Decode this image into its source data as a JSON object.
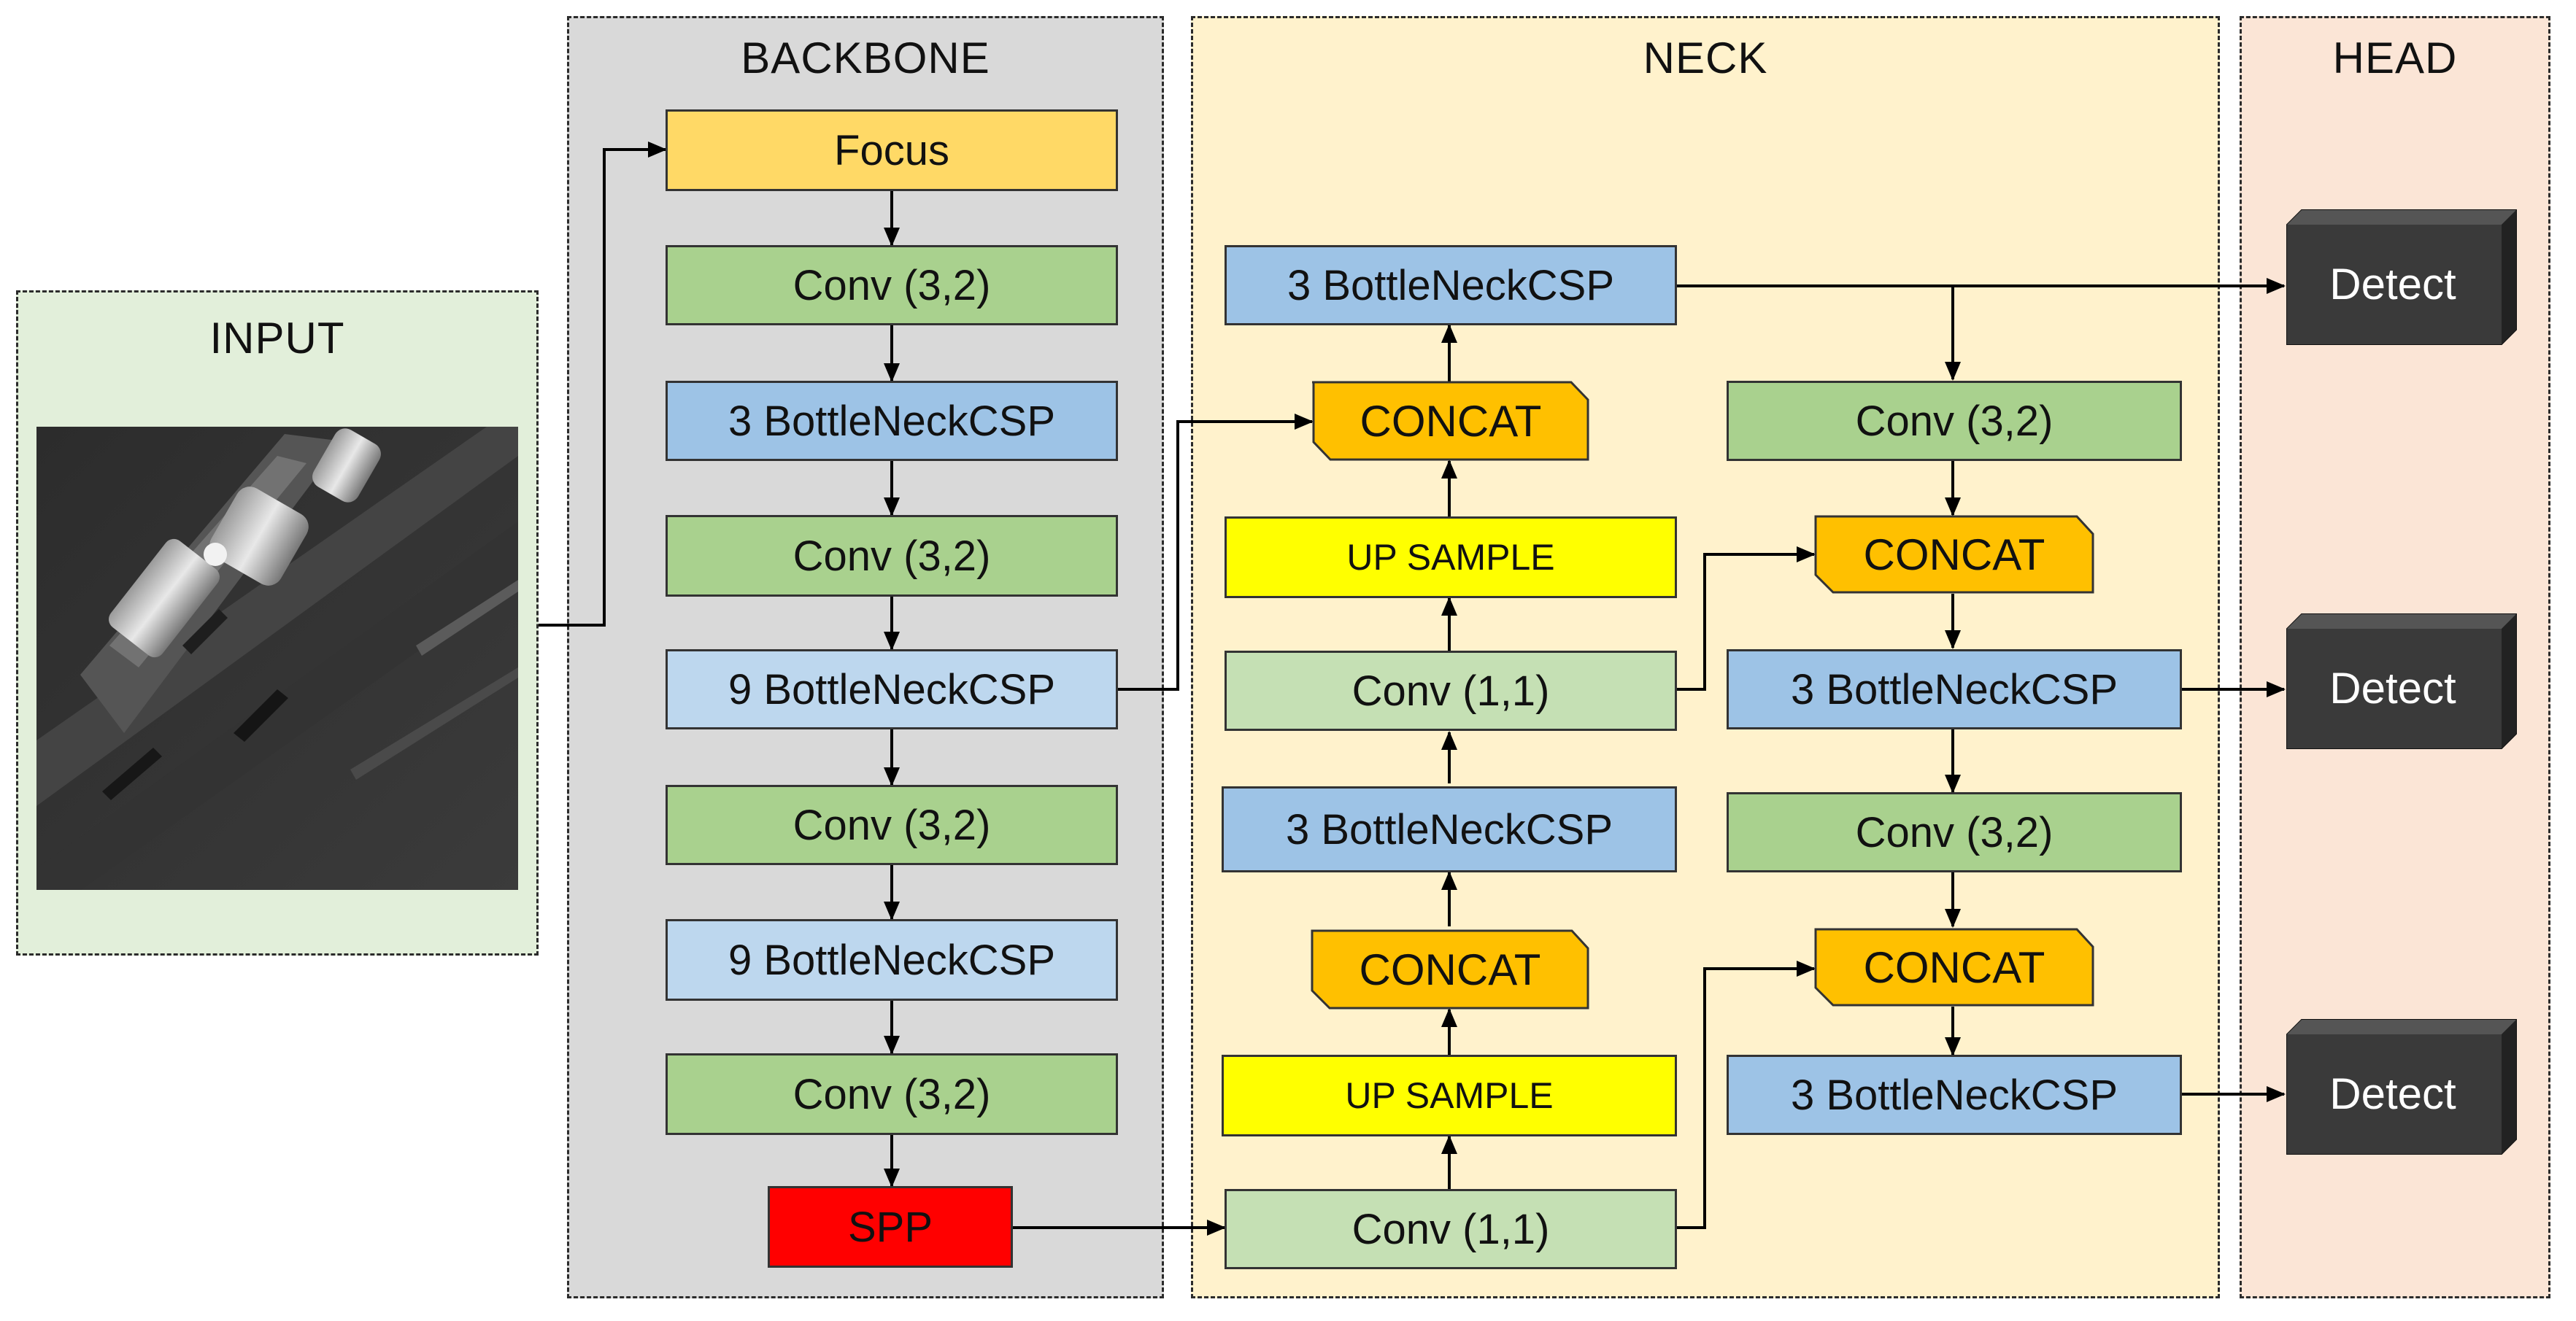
{
  "panels": {
    "input": "INPUT",
    "backbone": "BACKBONE",
    "neck": "NECK",
    "head": "HEAD"
  },
  "backbone": {
    "focus": "Focus",
    "conv1": "Conv (3,2)",
    "csp1": "3 BottleNeckCSP",
    "conv2": "Conv (3,2)",
    "csp2": "9 BottleNeckCSP",
    "conv3": "Conv (3,2)",
    "csp3": "9 BottleNeckCSP",
    "conv4": "Conv (3,2)",
    "spp": "SPP"
  },
  "neck": {
    "left": {
      "csp_top": "3 BottleNeckCSP",
      "concat1": "CONCAT",
      "upsample1": "UP SAMPLE",
      "conv11_top": "Conv (1,1)",
      "csp_mid": "3 BottleNeckCSP",
      "concat2": "CONCAT",
      "upsample2": "UP SAMPLE",
      "conv11_bottom": "Conv (1,1)"
    },
    "right": {
      "conv1": "Conv (3,2)",
      "concat1": "CONCAT",
      "csp1": "3 BottleNeckCSP",
      "conv2": "Conv (3,2)",
      "concat2": "CONCAT",
      "csp2": "3 BottleNeckCSP"
    }
  },
  "head": {
    "detect1": "Detect",
    "detect2": "Detect",
    "detect3": "Detect"
  },
  "colors": {
    "input_bg": "#e2efda",
    "backbone_bg": "#d9d9d9",
    "neck_bg": "#fff2cc",
    "head_bg": "#fbe5d6",
    "conv": "#a9d18e",
    "conv_light": "#c5e0b4",
    "csp": "#9dc3e6",
    "csp_light": "#bdd7ee",
    "focus": "#ffd966",
    "spp": "#ff0000",
    "upsample": "#ffff00",
    "concat": "#ffc000",
    "detect": "#3a3a3a"
  }
}
